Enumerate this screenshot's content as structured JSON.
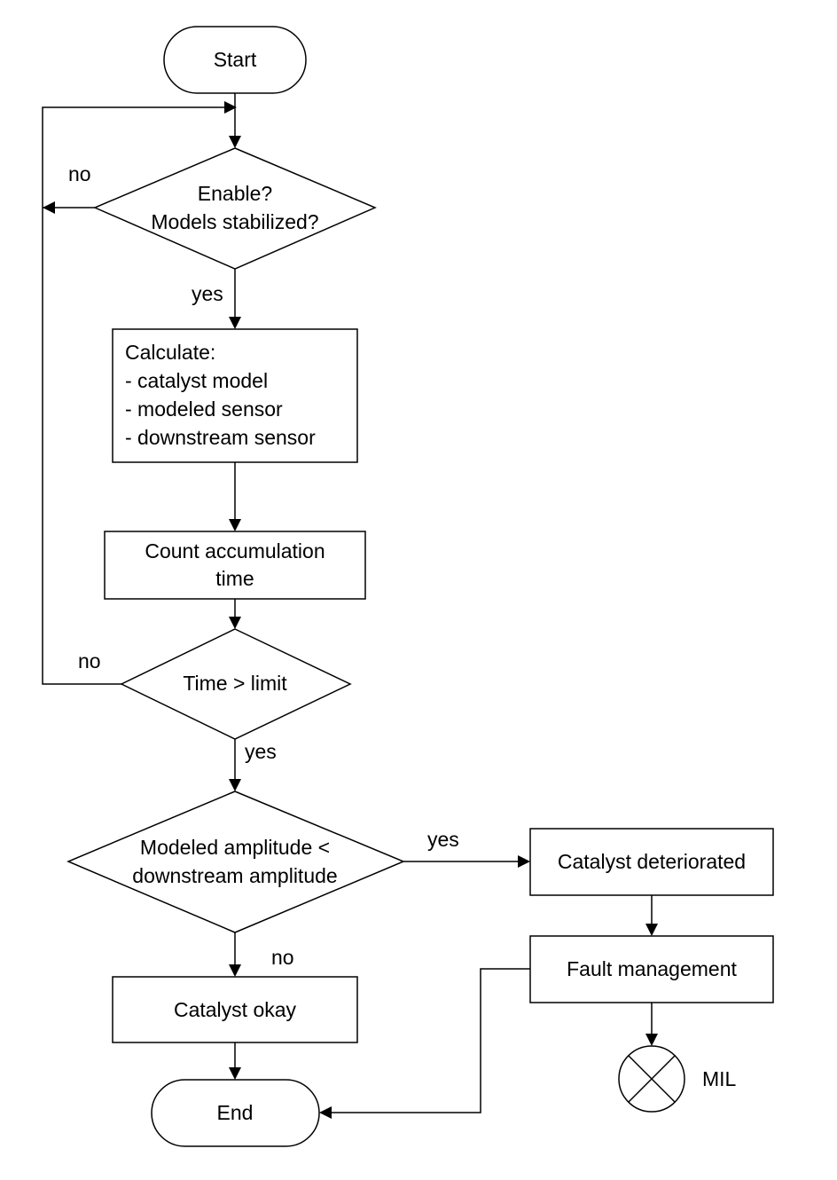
{
  "nodes": {
    "start": "Start",
    "enable": [
      "Enable?",
      "Models stabilized?"
    ],
    "calculate": [
      "Calculate:",
      "- catalyst model",
      "- modeled sensor",
      "- downstream sensor"
    ],
    "count": [
      "Count accumulation",
      "time"
    ],
    "time_check": "Time > limit",
    "amplitude": [
      "Modeled amplitude <",
      "downstream amplitude"
    ],
    "deteriorated": "Catalyst deteriorated",
    "fault": "Fault management",
    "okay": "Catalyst okay",
    "end": "End",
    "mil": "MIL"
  },
  "edge_labels": {
    "enable_no": "no",
    "enable_yes": "yes",
    "time_no": "no",
    "time_yes": "yes",
    "amplitude_yes": "yes",
    "amplitude_no": "no"
  }
}
